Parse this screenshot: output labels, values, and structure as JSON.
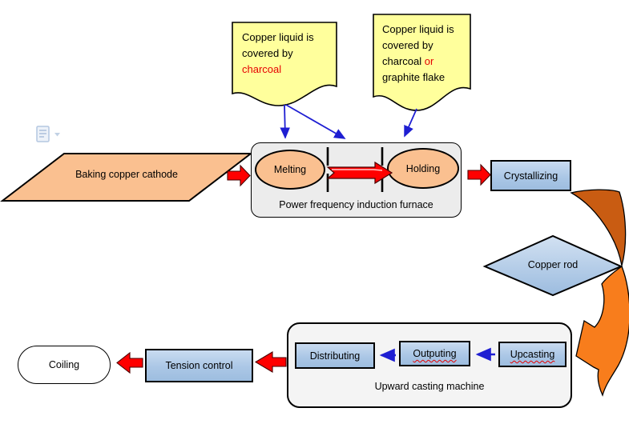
{
  "diagram": {
    "notes": {
      "note1": {
        "body": "Copper liquid is covered by",
        "highlight": "charcoal",
        "tail": ""
      },
      "note2": {
        "body": "Copper liquid is covered by charcoal",
        "highlight": "or",
        "tail": "graphite flake"
      }
    },
    "nodes": {
      "baking": "Baking copper cathode",
      "melting": "Melting",
      "holding": "Holding",
      "furnace_label": "Power frequency induction furnace",
      "crystallizing": "Crystallizing",
      "copper_rod": "Copper rod",
      "upcasting": "Upcasting",
      "outputing": "Outputing",
      "distributing": "Distributing",
      "machine_label": "Upward casting machine",
      "tension_control": "Tension control",
      "coiling": "Coiling"
    },
    "icons": {
      "paste_options": "paste-options-icon",
      "dropdown_arrow": "dropdown-arrow-icon"
    },
    "colors": {
      "note_fill": "#FFFF9C",
      "peach_fill": "#FAC090",
      "blue_box_fill": "#ABC7E6",
      "container_fill": "#ECECEC",
      "red_arrow": "#FF0000",
      "blue_connector": "#1E1ED2",
      "orange_curved_dark": "#C95C12",
      "orange_curved_bright": "#F87D1C",
      "highlight_text": "#E60000"
    }
  }
}
